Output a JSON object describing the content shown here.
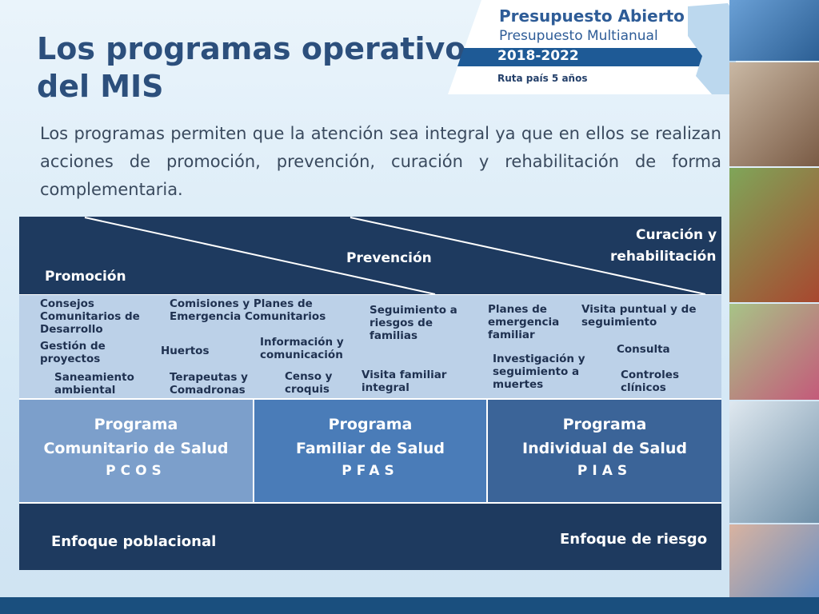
{
  "title": {
    "line1": "Los programas operativos",
    "line2": "del MIS"
  },
  "intro": "Los programas permiten que la atención sea integral ya que en ellos se realizan acciones de promoción, prevención, curación y rehabilitación de forma complementaria.",
  "banner": {
    "title": "Presupuesto Abierto",
    "subtitle": "Presupuesto Multianual",
    "years": "2018-2022",
    "route": "Ruta país 5 años"
  },
  "diagram": {
    "levels": {
      "promocion": "Promoción",
      "prevencion": "Prevención",
      "curacion_line1": "Curación y",
      "curacion_line2": "rehabilitación"
    },
    "activities": {
      "consejos": [
        "Consejos",
        "Comunitarios de",
        "Desarrollo"
      ],
      "gestion": [
        "Gestión de",
        "proyectos"
      ],
      "saneamiento": [
        "Saneamiento",
        "ambiental"
      ],
      "comisiones": [
        "Comisiones y Planes de",
        "Emergencia Comunitarios"
      ],
      "huertos": [
        "Huertos"
      ],
      "terapeutas": [
        "Terapeutas y",
        "Comadronas"
      ],
      "informacion": [
        "Información y",
        "comunicación"
      ],
      "censo": [
        "Censo y",
        "croquis"
      ],
      "seguimiento_riesgos": [
        "Seguimiento a",
        "riesgos de",
        "familias"
      ],
      "visita_familiar": [
        "Visita familiar",
        "integral"
      ],
      "planes_emergencia": [
        "Planes de",
        "emergencia",
        "familiar"
      ],
      "investigacion": [
        "Investigación y",
        "seguimiento a",
        "muertes"
      ],
      "visita_puntual": [
        "Visita puntual y de",
        "seguimiento"
      ],
      "consulta": [
        "Consulta"
      ],
      "controles": [
        "Controles",
        "clínicos"
      ]
    },
    "programs": [
      {
        "line1": "Programa",
        "line2": "Comunitario de Salud",
        "acronym": "PCOS",
        "color": "#7c9fcb"
      },
      {
        "line1": "Programa",
        "line2": "Familiar de Salud",
        "acronym": "PFAS",
        "color": "#4a7cb8"
      },
      {
        "line1": "Programa",
        "line2": "Individual de Salud",
        "acronym": "PIAS",
        "color": "#3b6498"
      }
    ],
    "enfoque": {
      "left": "Enfoque poblacional",
      "right": "Enfoque de riesgo"
    }
  },
  "colors": {
    "dark_navy": "#1e3a5f",
    "title_blue": "#2c4f7c",
    "activities_bg": "#bcd1e8",
    "footer": "#1a4f7e"
  }
}
